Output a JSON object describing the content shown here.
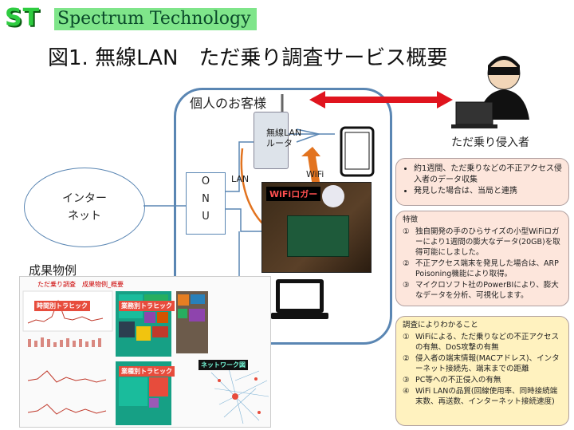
{
  "logo": {
    "mark": "ST",
    "name": "Spectrum Technology"
  },
  "title": "図1. 無線LAN　ただ乗り調査サービス概要",
  "diagram": {
    "customer": "個人のお客様",
    "internet": [
      "インター",
      "ネット"
    ],
    "onu": [
      "O",
      "N",
      "U"
    ],
    "router": [
      "無線LAN",
      "ルータ"
    ],
    "lan": "LAN",
    "wifi": "WiFi",
    "logger_tag": "WiFiロガー",
    "intruder": "ただ乗り侵入者"
  },
  "callout1": {
    "items": [
      "約1週間、ただ乗りなどの不正アクセス侵入者のデータ収集",
      "発見した場合は、当局と連携"
    ]
  },
  "callout2": {
    "title": "特徴",
    "items": [
      {
        "num": "①",
        "text": "独自開発の手のひらサイズの小型WiFiロガーにより1週間の膨大なデータ(20GB)を取得可能にしました。"
      },
      {
        "num": "②",
        "text": "不正アクセス端末を発見した場合は、ARP Poisoning機能により取得。"
      },
      {
        "num": "③",
        "text": "マイクロソフト社のPowerBIにより、膨大なデータを分析、可視化します。"
      }
    ]
  },
  "callout3": {
    "title": "調査によりわかること",
    "items": [
      {
        "num": "①",
        "text": "WiFiによる、ただ乗りなどの不正アクセスの有無、DoS攻撃の有無"
      },
      {
        "num": "②",
        "text": "侵入者の端末情報(MACアドレス)、インターネット接続先、端末までの距離"
      },
      {
        "num": "③",
        "text": "PC等への不正侵入の有無"
      },
      {
        "num": "④",
        "text": "WiFi LANの品質(回線使用率、同時接続端末数、再送数、インターネット接続速度)"
      }
    ]
  },
  "results": {
    "label": "成果物例",
    "dashboard_title": "ただ乗り調査　成果物例_概要",
    "panels": [
      "時間別トラヒック",
      "業務別トラヒック",
      "業種別トラヒック",
      "ネットワーク図"
    ]
  },
  "colors": {
    "box_border": "#5a86b3",
    "arrow_red": "#e0141e",
    "arrow_orange": "#e2731f",
    "callout_pink": "#fde6dc",
    "callout_yellow": "#fff2bf",
    "logo_green": "#2ecc40"
  }
}
